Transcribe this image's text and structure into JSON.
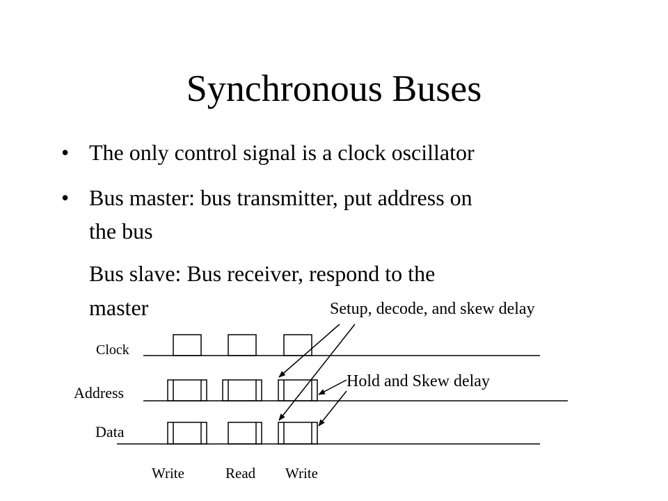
{
  "title": "Synchronous Buses",
  "bullets": [
    {
      "marker": "•",
      "line1": "The only control signal is a clock oscillator"
    },
    {
      "marker": "•",
      "line1": "Bus master: bus transmitter, put address on",
      "line2": "the bus"
    },
    {
      "line1": "Bus slave: Bus receiver, respond to the",
      "line2": "master"
    }
  ],
  "diagram": {
    "signals": {
      "clock": "Clock",
      "address": "Address",
      "data": "Data"
    },
    "cycles": [
      "Write",
      "Read",
      "Write"
    ],
    "annotations": {
      "setup": "Setup, decode, and skew delay",
      "hold": "Hold and Skew delay"
    }
  }
}
